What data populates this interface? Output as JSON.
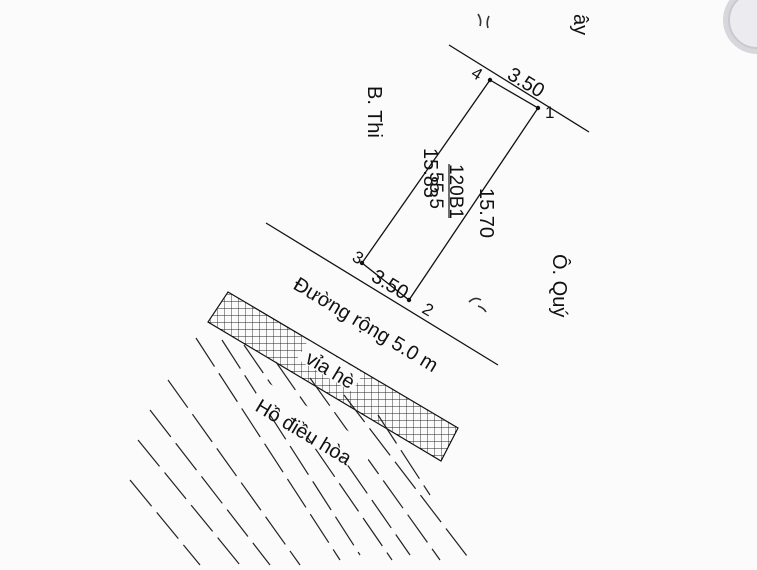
{
  "corner_text": "ây",
  "neighbors": {
    "left": "B. Thi",
    "right": "Ô. Quý"
  },
  "parcel": {
    "number": "120B1",
    "area": "55.5",
    "edge_top": "3.50",
    "edge_bottom": "3.50",
    "edge_left": "15.83",
    "edge_right": "15.70",
    "corners": [
      "1",
      "2",
      "3",
      "4"
    ]
  },
  "road_label": "Đường rộng 5.0 m",
  "sidewalk_label": "vỉa hè",
  "lake_label": "Hồ điều hòa"
}
